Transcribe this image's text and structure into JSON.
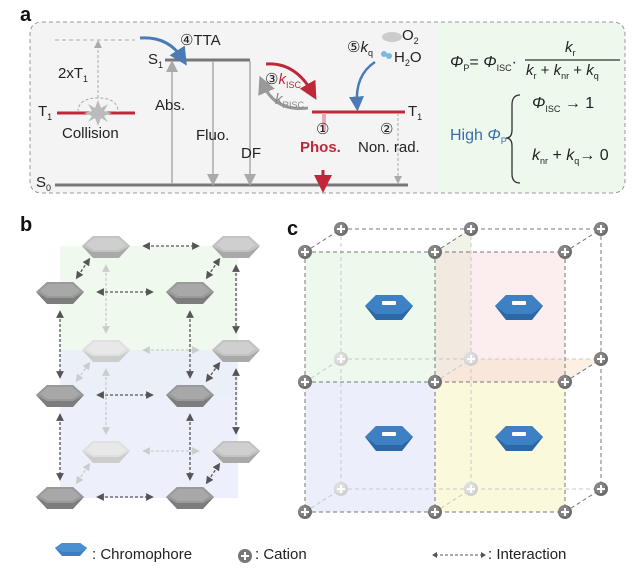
{
  "panels": {
    "a": {
      "label": "a",
      "levels": {
        "s0": "S",
        "s0_sub": "0",
        "s1": "S",
        "s1_sub": "1",
        "t1_left": "T",
        "t1_left_sub": "1",
        "t1_right": "T",
        "t1_right_sub": "1"
      },
      "texts": {
        "two_t1": "2xT",
        "two_t1_sub": "1",
        "collision": "Collision",
        "tta": "④TTA",
        "abs": "Abs.",
        "fluo": "Fluo.",
        "df": "DF",
        "isc_num": "③",
        "k_isc": "k",
        "k_isc_sub": "ISC",
        "k_risc": "k",
        "k_risc_sub": "RISC",
        "phos_num": "①",
        "phos": "Phos.",
        "nonrad_num": "②",
        "nonrad": "Non. rad.",
        "kq_num": "⑤",
        "kq": "k",
        "kq_sub": "q",
        "o2": "O",
        "o2_sub": "2",
        "h2o_h": "H",
        "h2o_sub": "2",
        "h2o_o": "O"
      },
      "equation": {
        "phi_p": "Φ",
        "phi_p_sub": "P",
        "equals": "= ",
        "phi_isc": "Φ",
        "phi_isc_sub": "ISC",
        "dot": "·",
        "numerator": "k",
        "numerator_sub": "r",
        "den_k1": "k",
        "den_k1_sub": "r",
        "den_plus1": " + ",
        "den_k2": "k",
        "den_k2_sub": "nr",
        "den_plus2": " + ",
        "den_k3": "k",
        "den_k3_sub": "q",
        "high_label": "High ",
        "high_phi": "Φ",
        "high_phi_sub": "P",
        "cond1_phi": "Φ",
        "cond1_sub": "ISC",
        "cond1_arrow": " → 1",
        "cond2_k1": "k",
        "cond2_k1_sub": "nr",
        "cond2_plus": " + ",
        "cond2_k2": "k",
        "cond2_k2_sub": "q",
        "cond2_arrow": "→ 0"
      },
      "colors": {
        "red": "#c0283a",
        "blue": "#4a7bb5",
        "gray": "#8a8a8a",
        "panel_bg": "#f4f4f4",
        "eq_bg": "#eef9ee"
      }
    },
    "b": {
      "label": "b"
    },
    "c": {
      "label": "c",
      "chromophore_sign": "−",
      "cation_sign": "+"
    }
  },
  "legend": {
    "chromophore": ": Chromophore",
    "cation": ": Cation",
    "interaction": ": Interaction"
  },
  "colors": {
    "chromophore": "#3d7fc1",
    "cation": "#7a7a7a"
  }
}
